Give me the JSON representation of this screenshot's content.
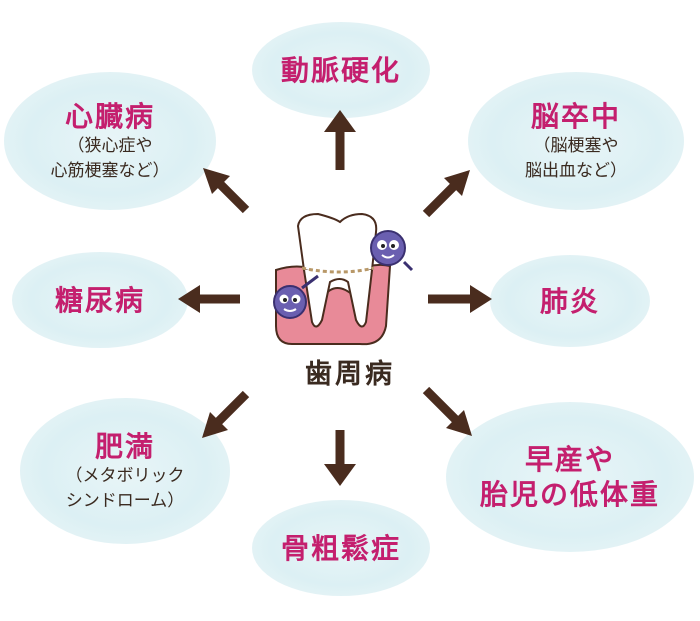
{
  "center": {
    "label": "歯周病"
  },
  "nodes": {
    "top": {
      "title": "動脈硬化"
    },
    "top_left": {
      "title": "心臓病",
      "sub1": "（狭心症や",
      "sub2": "心筋梗塞など）"
    },
    "top_right": {
      "title": "脳卒中",
      "sub1": "（脳梗塞や",
      "sub2": "脳出血など）"
    },
    "left": {
      "title": "糖尿病"
    },
    "right": {
      "title": "肺炎"
    },
    "bottom_left": {
      "title": "肥満",
      "sub1": "（メタボリック",
      "sub2": "シンドローム）"
    },
    "bottom_right": {
      "title1": "早産や",
      "title2": "胎児の低体重"
    },
    "bottom": {
      "title": "骨粗鬆症"
    }
  },
  "colors": {
    "accent_text": "#c41f6e",
    "body_text": "#3a2a20",
    "arrow": "#4a2c1e",
    "bubble": "#dcf0f4",
    "gum": "#e88a98",
    "bacteria": "#6a5fb0"
  }
}
